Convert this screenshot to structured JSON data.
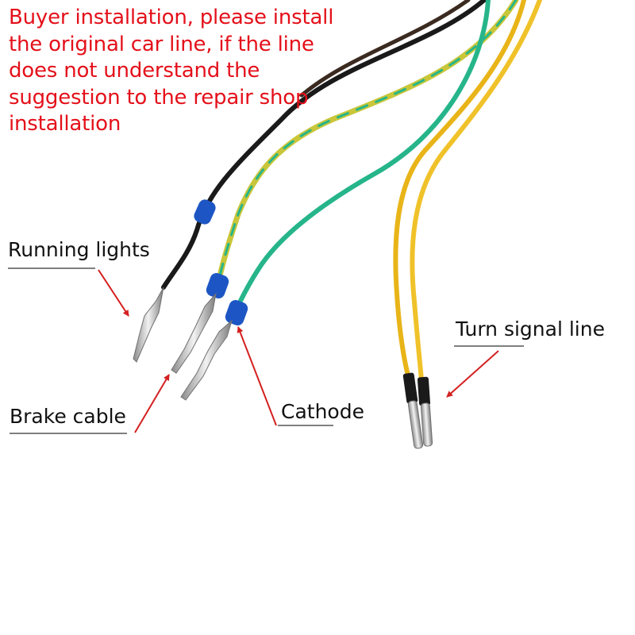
{
  "notice": {
    "text": "Buyer installation, please install the original car line, if the line does not understand the suggestion to the repair shop installation"
  },
  "labels": {
    "running_lights": "Running lights",
    "brake_cable": "Brake cable",
    "cathode": "Cathode",
    "turn_signal": "Turn signal line"
  },
  "colors": {
    "background": "#ffffff",
    "notice_text": "#e4101a",
    "arrow": "#d42020",
    "wire_black": "#1a1a1a",
    "wire_green": "#26b58a",
    "wire_yellow": "#e8b418",
    "seal_blue": "#1d56c4"
  }
}
